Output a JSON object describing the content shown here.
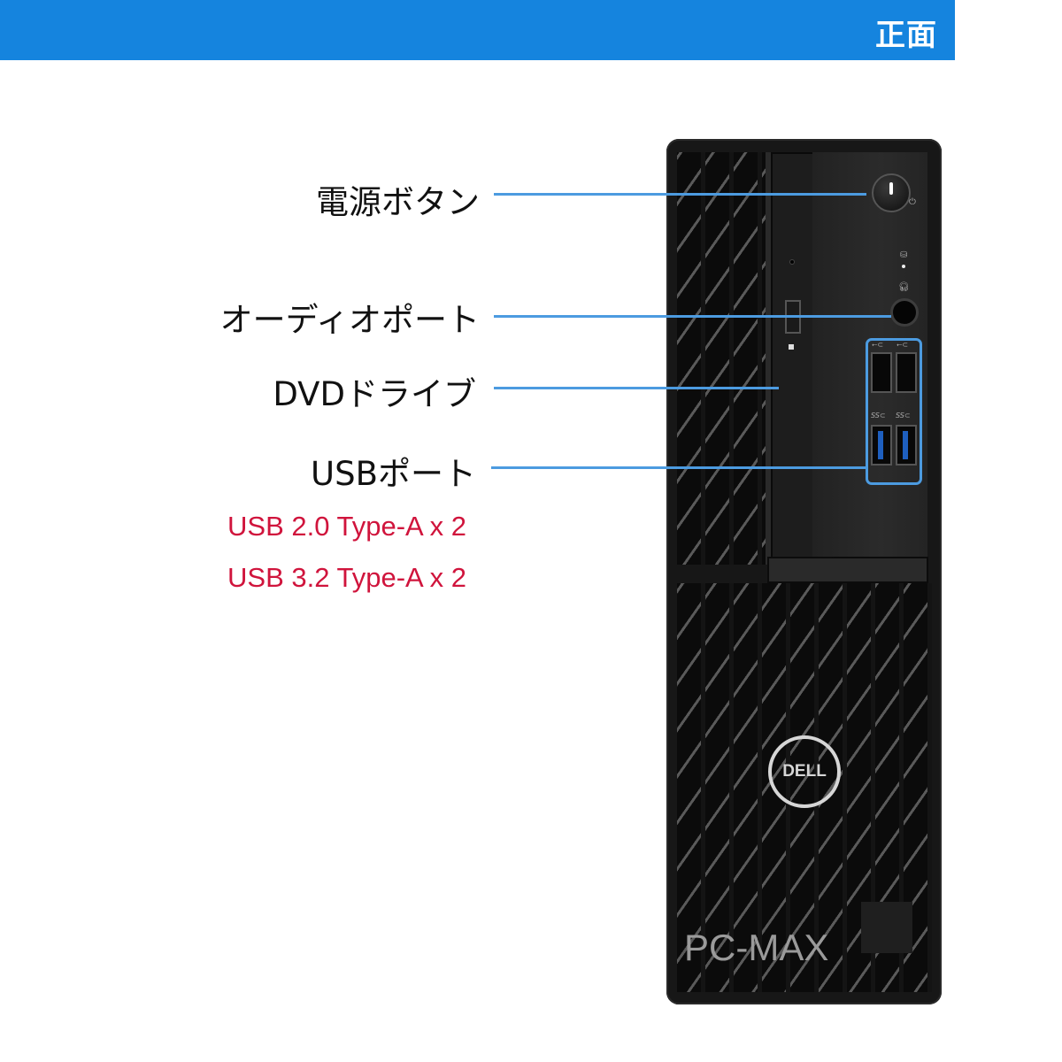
{
  "header": {
    "title": "正面",
    "color": "#1584de"
  },
  "labels": [
    {
      "text": "電源ボタン",
      "target": "power-button"
    },
    {
      "text": "オーディオポート",
      "target": "audio-port"
    },
    {
      "text": "DVDドライブ",
      "target": "dvd-drive"
    },
    {
      "text": "USBポート",
      "target": "usb-ports"
    }
  ],
  "usb_specs": [
    "USB 2.0 Type-A  x 2",
    "USB 3.2 Type-A  x 2"
  ],
  "device": {
    "logo": "DELL",
    "brand_mark": "PC-MAX"
  },
  "colors": {
    "leader_line": "#4c9be0",
    "spec_text": "#d0143c",
    "device_body": "#171717"
  }
}
